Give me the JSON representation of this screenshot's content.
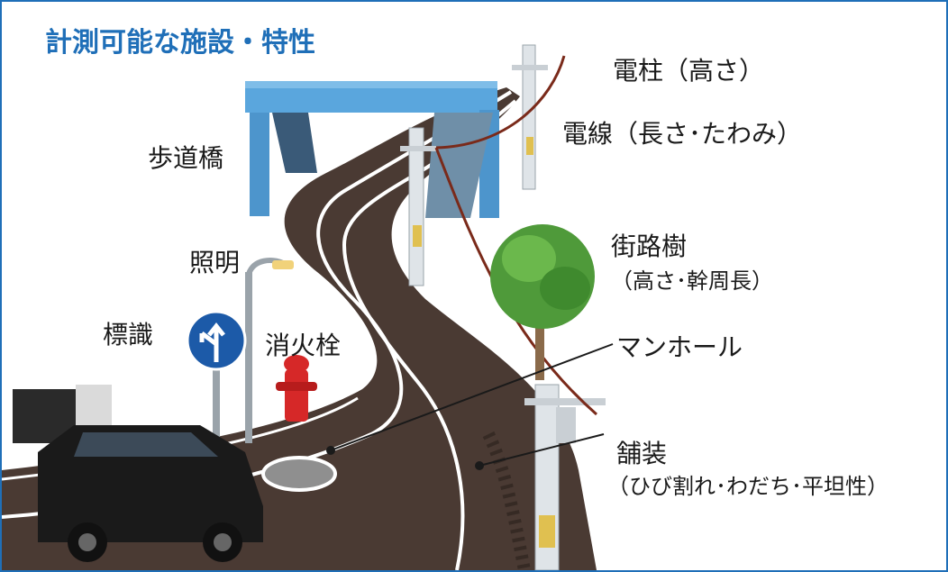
{
  "title": "計測可能な施設・特性",
  "labels": {
    "utility_pole": "電柱（高さ）",
    "power_line": "電線（長さ･たわみ）",
    "pedestrian_bridge": "歩道橋",
    "street_tree": "街路樹",
    "street_tree_detail": "（高さ･幹周長）",
    "street_light": "照明",
    "road_sign": "標識",
    "fire_hydrant": "消火栓",
    "manhole": "マンホール",
    "pavement": "舗装",
    "pavement_detail": "（ひび割れ･わだち･平坦性）"
  },
  "colors": {
    "frame": "#1f6fb8",
    "title": "#1f6fb8",
    "bridge": "#5aa6dd",
    "road": "#4a3a33",
    "road_line": "#ffffff",
    "hydrant": "#d62828",
    "sign": "#1c5aa8",
    "power_line": "#7a2a1a",
    "tree": "#4f9a3a",
    "pole": "#dfe4e8"
  }
}
